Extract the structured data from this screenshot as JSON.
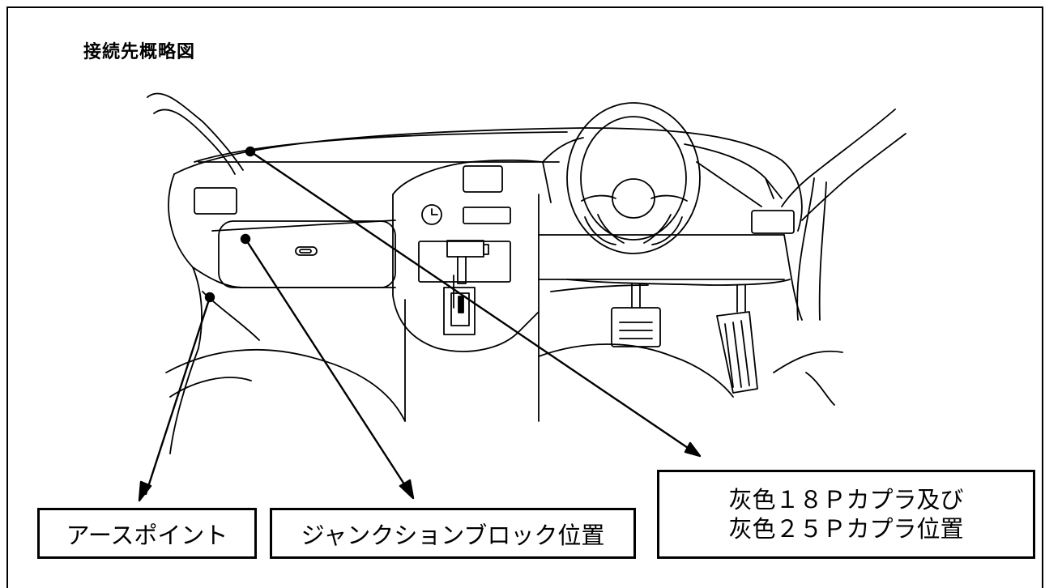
{
  "title": "接続先概略図",
  "labels": {
    "earth_point": "アースポイント",
    "junction_block": "ジャンクションブロック位置",
    "coupler_line1": "灰色１８Ｐカプラ及び",
    "coupler_line2": "灰色２５Ｐカプラ位置"
  },
  "colors": {
    "line": "#000000",
    "background": "#ffffff"
  },
  "icons": [
    "clock-icon",
    "steering-wheel-icon",
    "shift-lever-icon",
    "brake-pedal-icon",
    "accelerator-pedal-icon"
  ]
}
